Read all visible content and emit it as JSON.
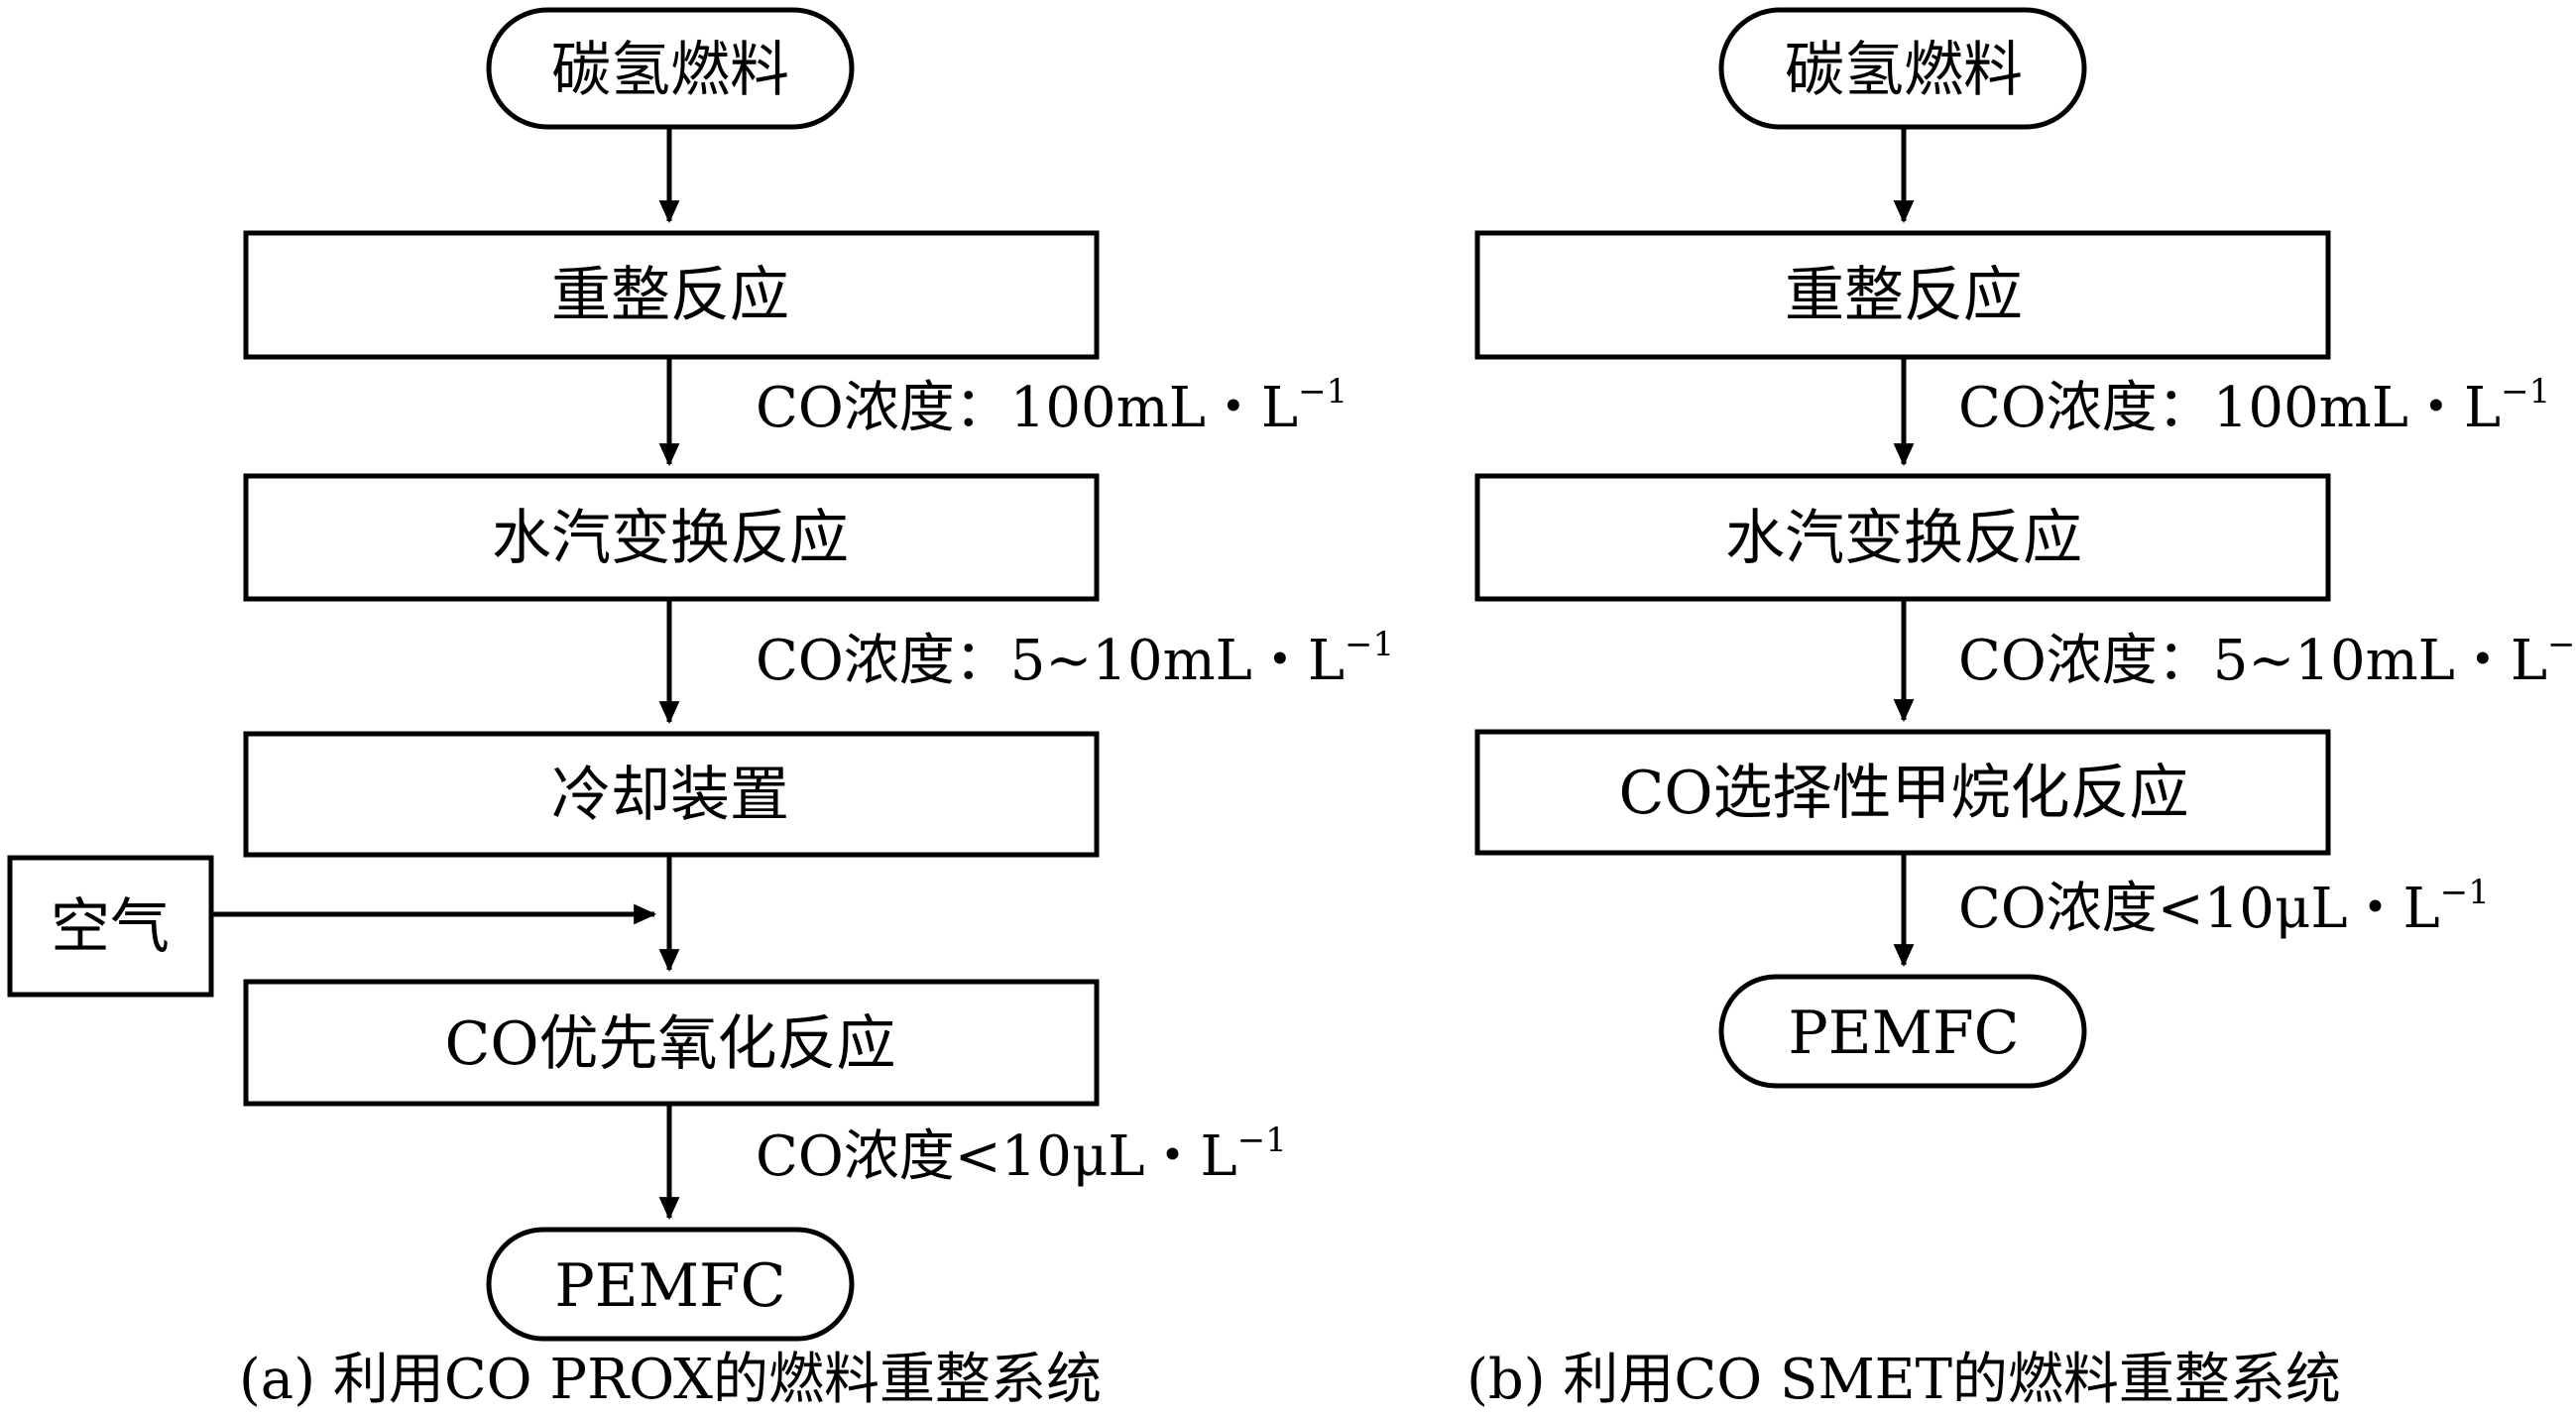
{
  "diagram_a": {
    "nodes": {
      "fuel": "碳氢燃料",
      "reform": "重整反应",
      "shift": "水汽变换反应",
      "cooler": "冷却装置",
      "air": "空气",
      "prox": "CO优先氧化反应",
      "pemfc": "PEMFC"
    },
    "edge_labels": {
      "after_reform": "CO浓度：100mL・L",
      "after_shift": "CO浓度：5~10mL・L",
      "after_prox": "CO浓度<10μL・L"
    },
    "exponent": "−1",
    "caption": "(a) 利用CO PROX的燃料重整系统"
  },
  "diagram_b": {
    "nodes": {
      "fuel": "碳氢燃料",
      "reform": "重整反应",
      "shift": "水汽变换反应",
      "smet": "CO选择性甲烷化反应",
      "pemfc": "PEMFC"
    },
    "edge_labels": {
      "after_reform": "CO浓度：100mL・L",
      "after_shift": "CO浓度：5~10mL・L",
      "after_smet": "CO浓度<10μL・L"
    },
    "exponent": "−1",
    "caption": "(b) 利用CO SMET的燃料重整系统"
  }
}
